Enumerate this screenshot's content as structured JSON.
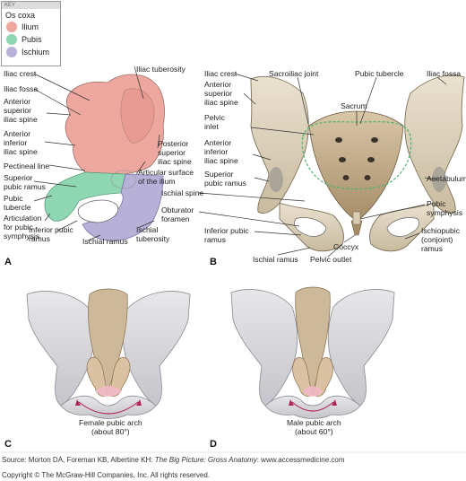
{
  "key": {
    "header": "KEY",
    "title": "Os coxa",
    "items": [
      {
        "label": "Ilium",
        "color": "#eda79f"
      },
      {
        "label": "Pubis",
        "color": "#8fd6b2"
      },
      {
        "label": "Ischium",
        "color": "#b7b1d8"
      }
    ]
  },
  "panels": {
    "a": {
      "letter": "A",
      "labels": {
        "iliac_crest": "Iliac crest",
        "iliac_fossa": "Iliac fossa",
        "asis": "Anterior\nsuperior\niliac spine",
        "aiis": "Anterior\ninferior\niliac spine",
        "pectineal_line": "Pectineal line",
        "superior_pubic_ramus": "Superior\npubic ramus",
        "pubic_tubercle": "Pubic\ntubercle",
        "articulation": "Articulation\nfor pubic\nsymphysis",
        "inferior_pubic_ramus": "Inferior pubic\nramus",
        "ischial_ramus": "Ischial ramus",
        "iliac_tuberosity": "Iliac tuberosity",
        "psis": "Posterior\nsuperior\niliac spine",
        "articular_surface": "Articular surface\nof the ilium",
        "ischial_tuberosity": "Ischial\ntuberosity"
      }
    },
    "b": {
      "letter": "B",
      "labels": {
        "iliac_crest": "Iliac crest",
        "sacroiliac_joint": "Sacroiliac joint",
        "pubic_tubercle": "Pubic tubercle",
        "iliac_fossa": "Iliac fossa",
        "asis": "Anterior\nsuperior\niliac spine",
        "sacrum": "Sacrum",
        "pelvic_inlet": "Pelvic\ninlet",
        "aiis": "Anterior\ninferior\niliac spine",
        "superior_pubic_ramus": "Superior\npubic ramus",
        "acetabulum": "Acetabulum",
        "ischial_spine": "Ischial spine",
        "pubic_symphysis": "Pubic\nsymphysis",
        "obturator_foramen": "Obturator\nforamen",
        "inferior_pubic_ramus": "Inferior pubic\nramus",
        "coccyx": "Coccyx",
        "ischiopubic_ramus": "Ischiopubic\n(conjoint)\nramus",
        "ischial_ramus": "Ischial ramus",
        "pelvic_outlet": "Pelvic outlet"
      }
    },
    "c": {
      "letter": "C",
      "caption": "Female pubic arch\n(about 80°)"
    },
    "d": {
      "letter": "D",
      "caption": "Male pubic arch\n(about 60°)"
    }
  },
  "source": {
    "prefix": "Source: Morton DA, Foreman KB, Albertine KH: ",
    "title_italic": "The Big Picture:\nGross Anatomy",
    "suffix": ": www.accessmedicine.com",
    "copyright": "Copyright © The McGraw-Hill Companies, Inc. All rights reserved."
  }
}
